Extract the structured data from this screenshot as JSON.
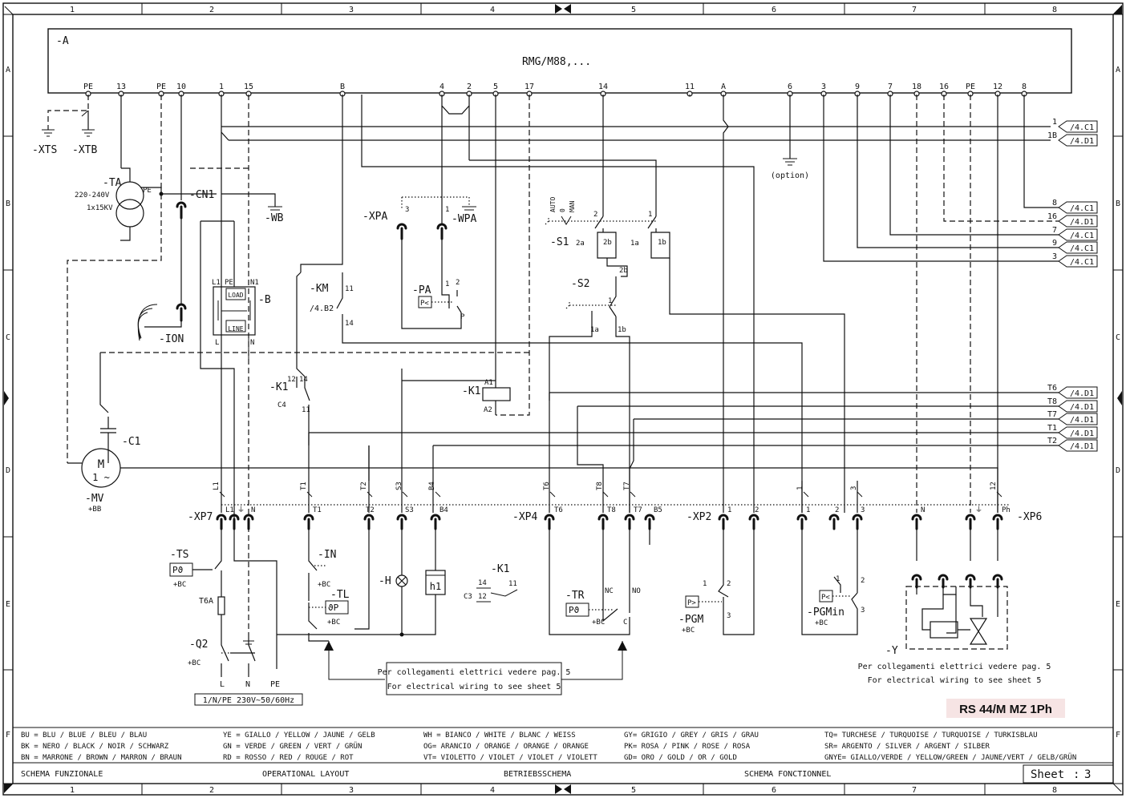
{
  "grid": {
    "columns": [
      "1",
      "2",
      "3",
      "4",
      "5",
      "6",
      "7",
      "8"
    ],
    "rows": [
      "A",
      "B",
      "C",
      "D",
      "E",
      "F"
    ]
  },
  "module": {
    "tag": "-A",
    "name": "RMG/M88,...",
    "terminals": [
      "PE",
      "13",
      "PE",
      "10",
      "1",
      "15",
      "B",
      "4",
      "2",
      "5",
      "17",
      "14",
      "11",
      "A",
      "6",
      "3",
      "9",
      "7",
      "18",
      "16",
      "PE",
      "12",
      "8"
    ]
  },
  "refs": [
    {
      "wire": "1",
      "target": "/4.C1"
    },
    {
      "wire": "1B",
      "target": "/4.D1"
    },
    {
      "wire": "8",
      "target": "/4.C1"
    },
    {
      "wire": "16",
      "target": "/4.D1"
    },
    {
      "wire": "7",
      "target": "/4.C1"
    },
    {
      "wire": "9",
      "target": "/4.C1"
    },
    {
      "wire": "3",
      "target": "/4.C1"
    },
    {
      "wire": "T6",
      "target": "/4.D1"
    },
    {
      "wire": "T8",
      "target": "/4.D1"
    },
    {
      "wire": "T7",
      "target": "/4.D1"
    },
    {
      "wire": "T1",
      "target": "/4.D1"
    },
    {
      "wire": "T2",
      "target": "/4.D1"
    }
  ],
  "labels": {
    "xts": "-XTS",
    "xtb": "-XTB",
    "ta": "-TA",
    "ta_v": "220-240V",
    "ta_kv": "1x15KV",
    "pe": "PE",
    "cn1": "-CN1",
    "wb": "-WB",
    "ion": "-ION",
    "b": "-B",
    "b_l1": "L1",
    "b_pe": "PE",
    "b_n1": "N1",
    "b_load": "LOAD",
    "b_line": "LINE",
    "b_l": "L",
    "b_n": "N",
    "km": "-KM",
    "km_ref": "/4.B2",
    "km_11": "11",
    "km_14": "14",
    "xpa": "-XPA",
    "wpa": "-WPA",
    "xpa_3": "3",
    "xpa_1": "1",
    "pa": "-PA",
    "pa_sym": "P<",
    "pa_1": "1",
    "pa_2": "2",
    "pa_p": "P",
    "s1": "-S1",
    "s1_auto": "AUTO",
    "s1_0": "0",
    "s1_man": "MAN",
    "s1_2": "2",
    "s1_1": "1",
    "s1_2a": "2a",
    "s1_2b": "2b",
    "s1_1a": "1a",
    "s1_1b": "1b",
    "s2": "-S2",
    "s2_2b": "2b",
    "s2_1": "1",
    "s2_1a": "1a",
    "s2_1b": "1b",
    "k1": "-K1",
    "k1_a1": "A1",
    "k1_a2": "A2",
    "k1_12": "12",
    "k1_14": "14",
    "k1_11": "11",
    "k1_c4": "C4",
    "k1b": "-K1",
    "k1b_14": "14",
    "k1b_11": "11",
    "k1b_12": "12",
    "k1b_c3": "C3",
    "option": "(option)",
    "c1": "-C1",
    "motor": "M",
    "motor_ph": "1 ~",
    "mv": "-MV",
    "mv_bb": "+BB",
    "xp7": "-XP7",
    "xp4": "-XP4",
    "xp2": "-XP2",
    "xp6": "-XP6",
    "ts": "-TS",
    "ts_sym": "Pϑ",
    "bc": "+BC",
    "t6a": "T6A",
    "q2": "-Q2",
    "in": "-IN",
    "tl": "-TL",
    "tl_sym": "ϑP",
    "h": "-H",
    "h1": "h1",
    "tr": "-TR",
    "tr_sym": "Pϑ",
    "tr_nc": "NC",
    "tr_no": "NO",
    "tr_c": "C",
    "pgm": "-PGM",
    "pgm_sym": "P>",
    "pgm_1": "1",
    "pgm_2": "2",
    "pgm_3": "3",
    "pgmin": "-PGMin",
    "pgmin_sym": "P<",
    "pgmin_1": "1",
    "pgmin_2": "2",
    "pgmin_3": "3",
    "y": "-Y",
    "supply": "1/N/PE 230V~50/60Hz",
    "sup_l": "L",
    "sup_n": "N",
    "sup_pe": "PE",
    "note1_it": "Per collegamenti elettrici vedere pag. 5",
    "note1_en": "For electrical wiring to see sheet 5",
    "note2_it": "Per collegamenti elettrici vedere pag. 5",
    "note2_en": "For electrical wiring to see sheet 5",
    "model": "RS 44/M MZ 1Ph"
  },
  "terminal_labels": {
    "xp7": [
      "L1",
      "⏚",
      "N",
      "T1",
      "T2",
      "S3",
      "B4"
    ],
    "xp4": [
      "T6",
      "T8",
      "T7",
      "B5"
    ],
    "xp2": [
      "1",
      "2"
    ],
    "xp6": [
      "1",
      "2",
      "3",
      "N",
      "⏚",
      "Ph"
    ],
    "diag": [
      "L1",
      "T1",
      "T2",
      "S3",
      "B4",
      "T6",
      "T8",
      "T7",
      "1",
      "3",
      "12"
    ]
  },
  "legend": [
    [
      "BU = BLU / BLUE / BLEU / BLAU",
      "BK = NERO / BLACK / NOIR / SCHWARZ",
      "BN = MARRONE / BROWN / MARRON / BRAUN"
    ],
    [
      "YE = GIALLO / YELLOW / JAUNE / GELB",
      "GN = VERDE / GREEN / VERT / GRÜN",
      "RD = ROSSO / RED / ROUGE / ROT"
    ],
    [
      "WH = BIANCO / WHITE / BLANC / WEISS",
      "OG= ARANCIO / ORANGE / ORANGE / ORANGE",
      "VT= VIOLETTO / VIOLET / VIOLET / VIOLETT"
    ],
    [
      "GY= GRIGIO / GREY / GRIS / GRAU",
      "PK= ROSA / PINK / ROSE / ROSA",
      "GD= ORO / GOLD / OR / GOLD"
    ],
    [
      "TQ= TURCHESE / TURQUOISE / TURQUOISE / TURKISBLAU",
      "SR= ARGENTO / SILVER / ARGENT / SILBER",
      "GNYE= GIALLO/VERDE / YELLOW/GREEN / JAUNE/VERT / GELB/GRÜN"
    ]
  ],
  "footer": {
    "it": "SCHEMA FUNZIONALE",
    "en": "OPERATIONAL LAYOUT",
    "de": "BETRIEBSSCHEMA",
    "fr": "SCHEMA FONCTIONNEL",
    "sheet_label": "Sheet",
    "sheet_colon": ":",
    "sheet_no": "3"
  },
  "colors": {
    "ink": "#111111",
    "paper": "#ffffff",
    "model_bg": "#f6e4e4"
  }
}
